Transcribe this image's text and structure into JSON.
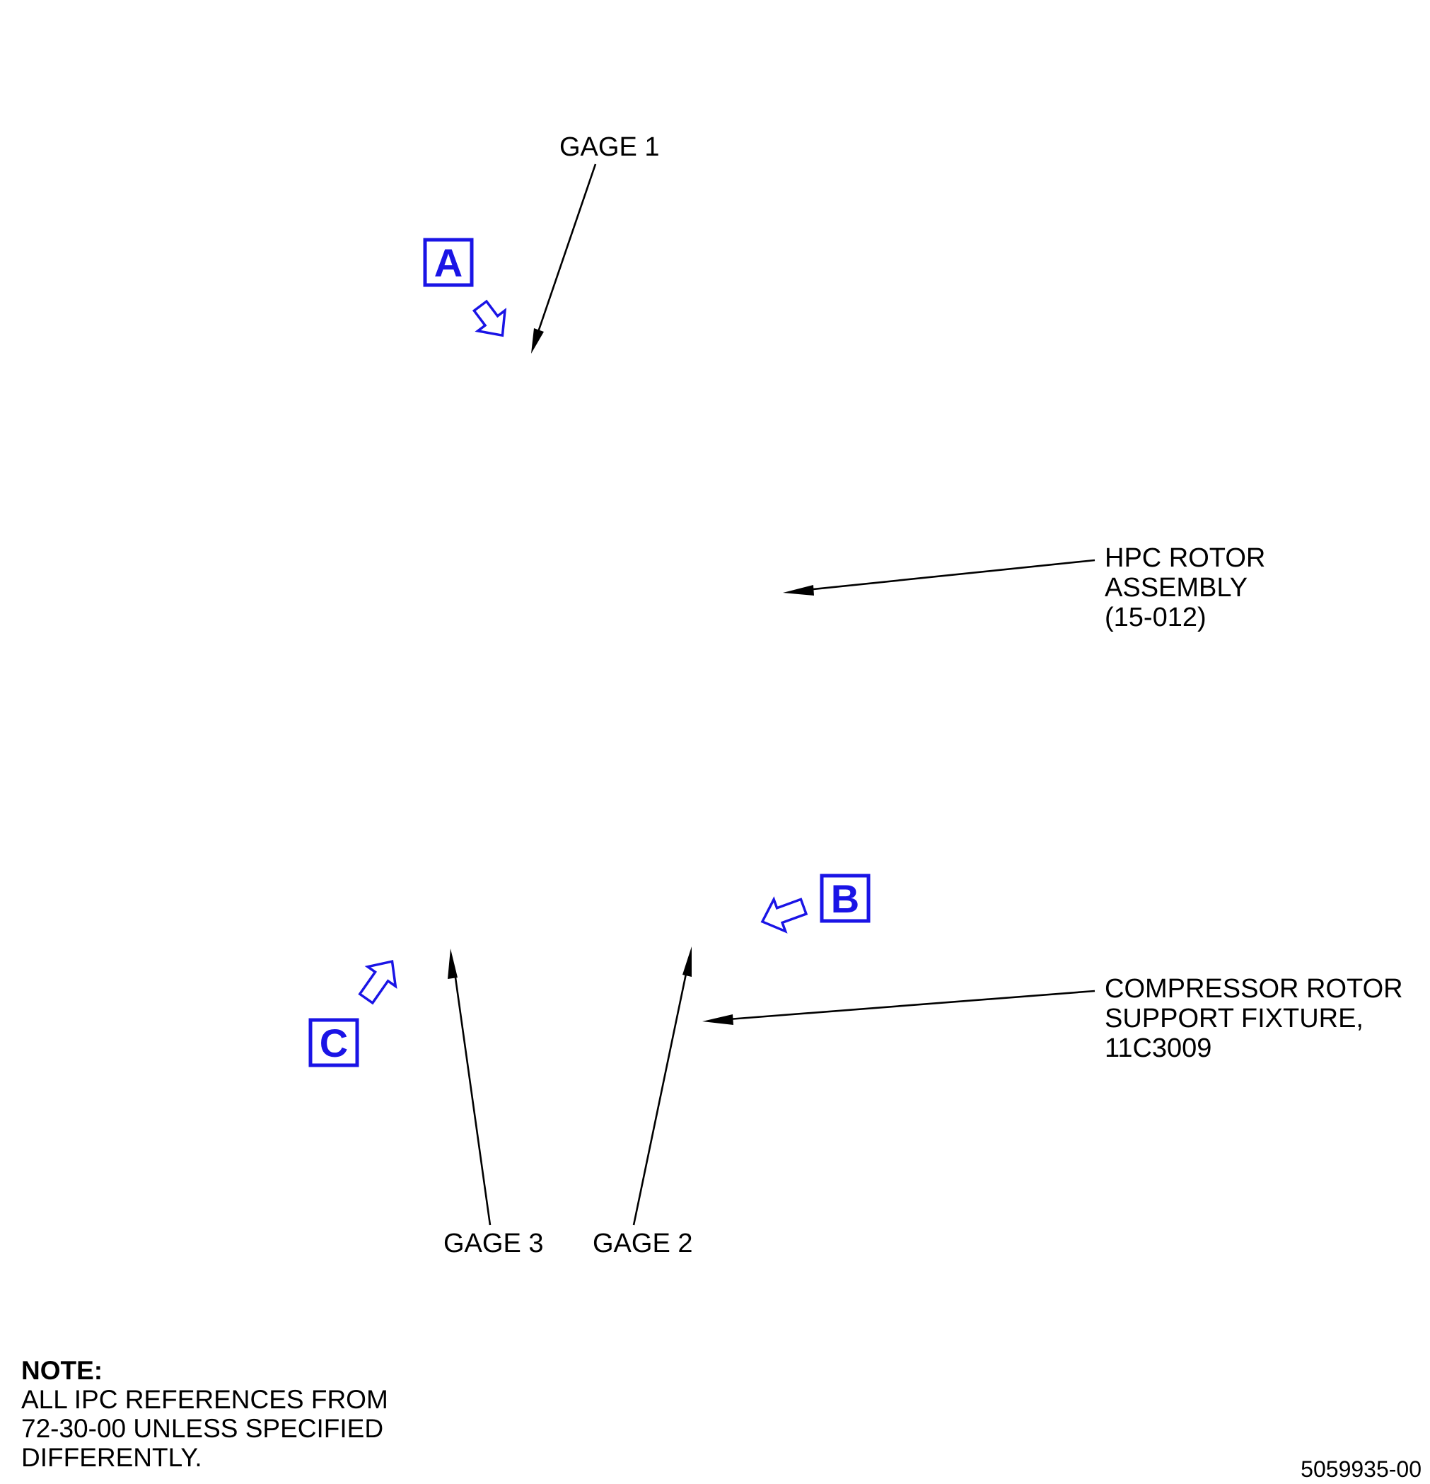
{
  "callouts": {
    "gage1": "GAGE 1",
    "gage2": "GAGE 2",
    "gage3": "GAGE 3",
    "hpc_rotor": [
      "HPC ROTOR",
      "ASSEMBLY",
      "(15-012)"
    ],
    "support_fixture": [
      "COMPRESSOR ROTOR",
      "SUPPORT FIXTURE,",
      "11C3009"
    ]
  },
  "view_labels": {
    "a": "A",
    "b": "B",
    "c": "C"
  },
  "note": {
    "heading": "NOTE:",
    "lines": [
      "ALL IPC REFERENCES FROM",
      "72-30-00 UNLESS SPECIFIED",
      "DIFFERENTLY."
    ]
  },
  "figure_number": "5059935-00",
  "colors": {
    "view_indicator": "#1a14e6",
    "linework": "#000000"
  }
}
